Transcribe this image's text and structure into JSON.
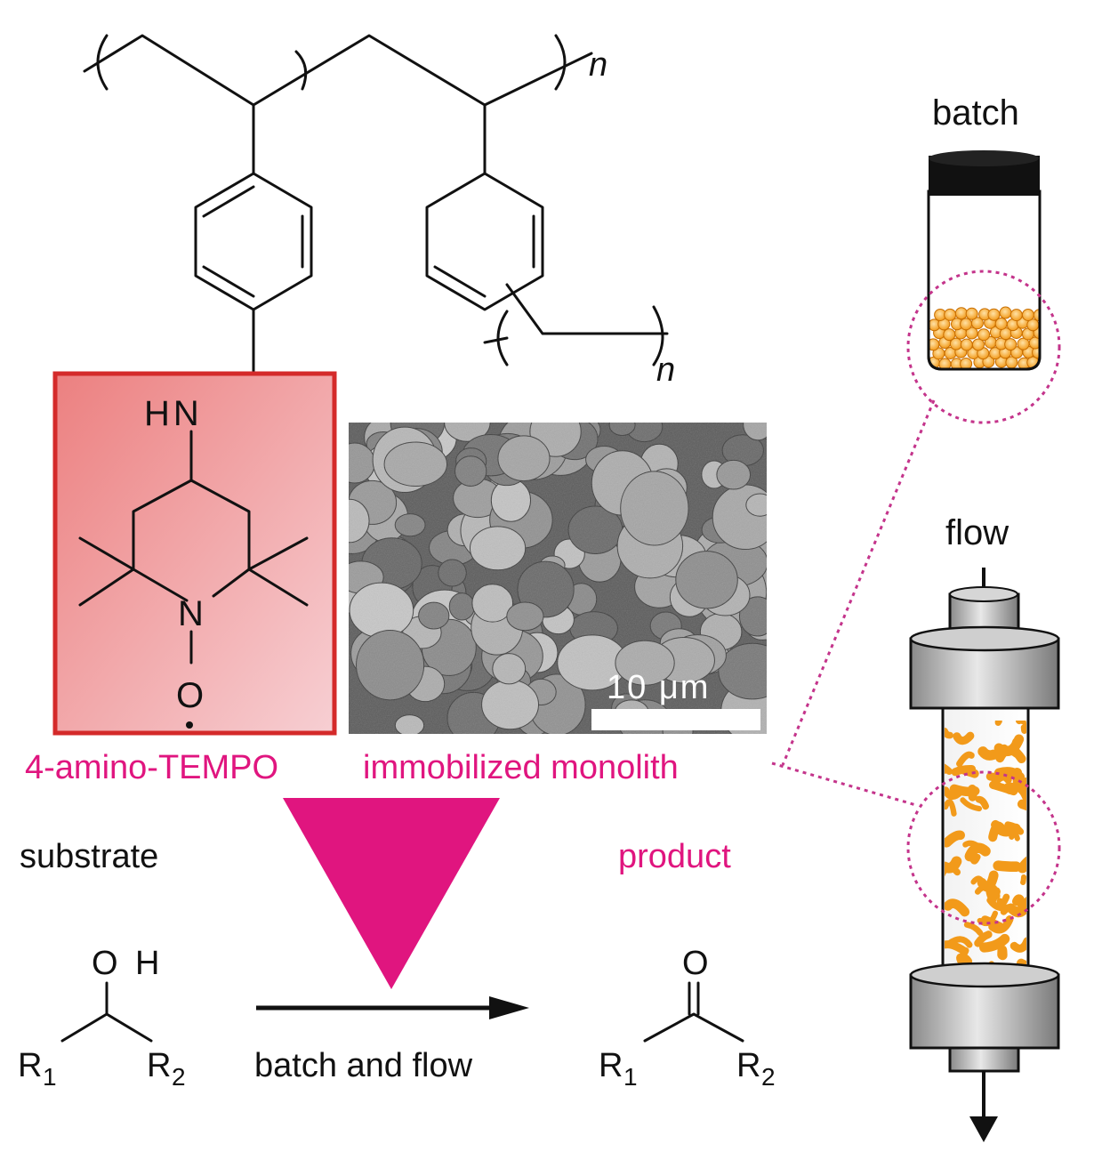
{
  "labels": {
    "batch": "batch",
    "flow": "flow",
    "amino_tempo": "4-amino-TEMPO",
    "immobilized_monolith": "immobilized monolith",
    "substrate": "substrate",
    "product": "product",
    "arrow_label": "batch and flow",
    "scale_bar": "10 μm",
    "repeat_n": "n",
    "hn": "HN",
    "n_atom": "N",
    "o_atom": "O",
    "oh_o": "O",
    "oh_h": "H",
    "r_letter": "R",
    "r1_sub": "1",
    "r2_sub": "2"
  },
  "colors": {
    "accent": "#e0157f",
    "tempo_box_border": "#d42a2a",
    "beads": "#f29a1a",
    "ink": "#111111"
  }
}
